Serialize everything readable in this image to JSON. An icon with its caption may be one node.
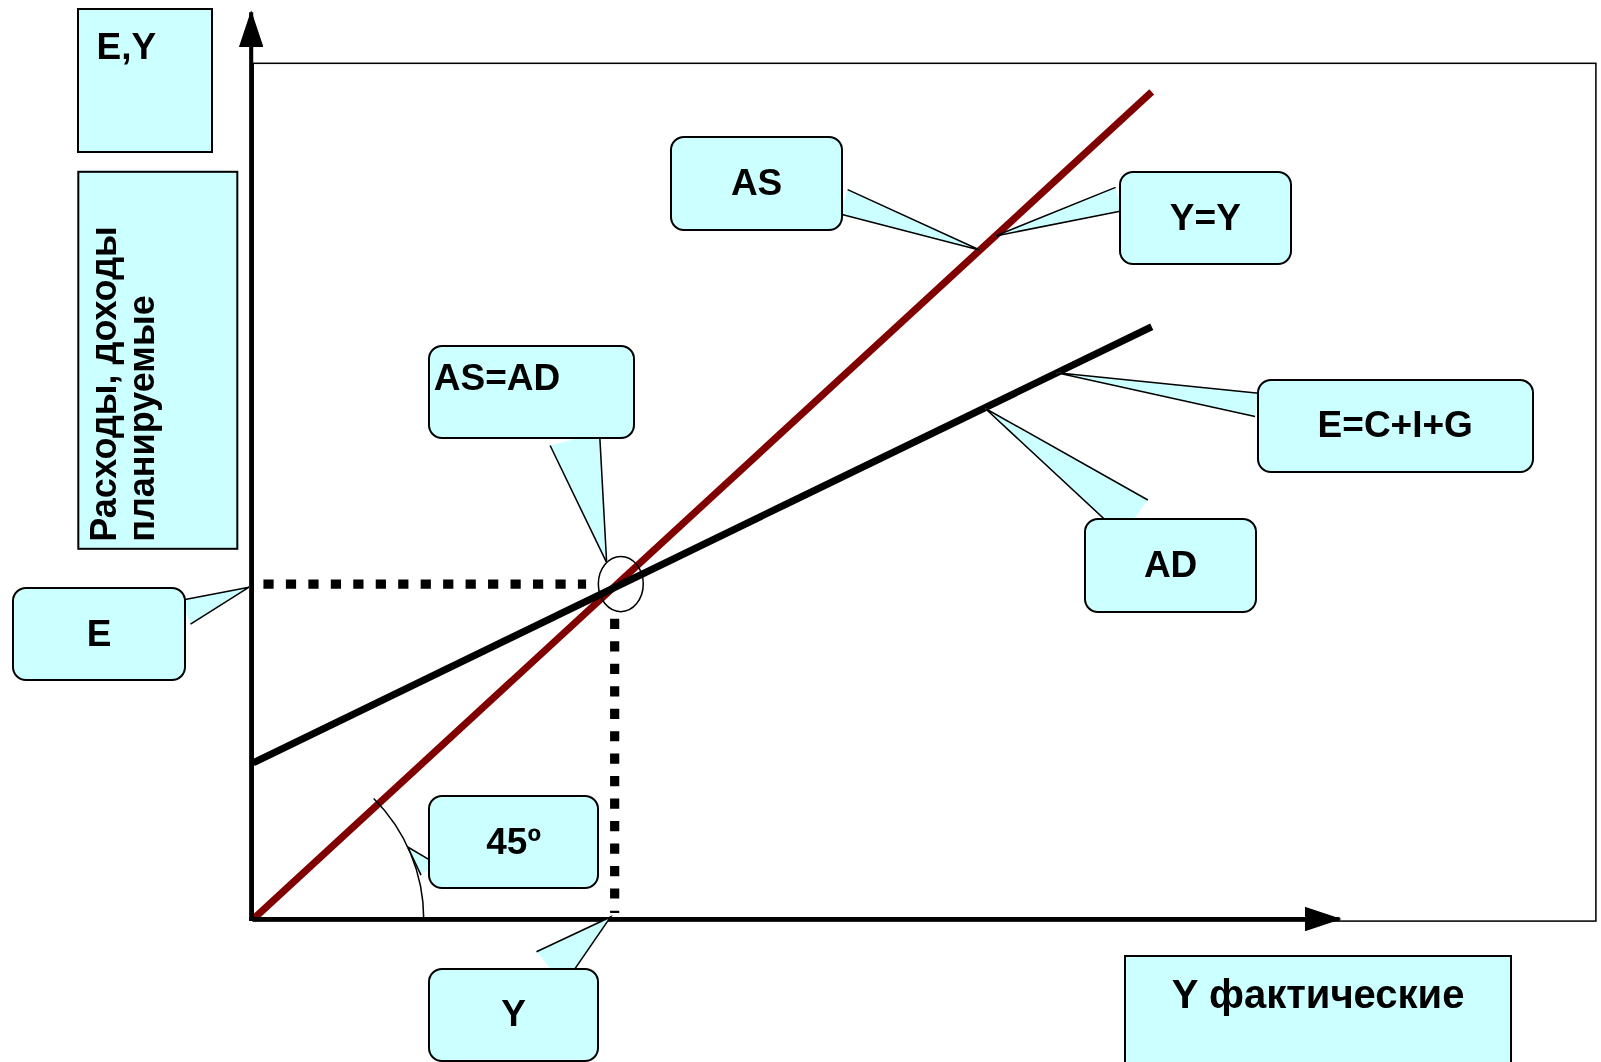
{
  "diagram": {
    "nodes": [
      {
        "text": [
          "E,Y"
        ]
      },
      {
        "text": [
          "Расходы, доходы планируемые"
        ]
      },
      {
        "text": [
          "AS"
        ]
      },
      {
        "text": [
          "Y=Y"
        ]
      },
      {
        "text": [
          "AS=AD"
        ]
      },
      {
        "text": [
          "E=C+I+G"
        ]
      },
      {
        "text": [
          "AD"
        ]
      },
      {
        "text": [
          "E"
        ]
      },
      {
        "text": [
          "45º"
        ]
      },
      {
        "text": [
          "Y"
        ]
      },
      {
        "text": [
          "Y фактические"
        ]
      },
      {
        "text": [],
        "shape": "circle"
      },
      {
        "text": [],
        "shape": "arc"
      },
      {
        "text": [],
        "shape": "axis"
      },
      {
        "text": [],
        "shape": "axis"
      }
    ],
    "edges": [
      {
        "from": 2,
        "to": null,
        "arrow": "to"
      },
      {
        "from": 3,
        "to": null,
        "arrow": "to"
      },
      {
        "from": 4,
        "to": 11,
        "arrow": "to"
      },
      {
        "from": 5,
        "to": null,
        "arrow": "to"
      },
      {
        "from": 6,
        "to": null,
        "arrow": "to"
      },
      {
        "from": 7,
        "to": 13,
        "arrow": "to"
      },
      {
        "from": 8,
        "to": 12,
        "arrow": "to"
      },
      {
        "from": 9,
        "to": 14,
        "arrow": "to"
      }
    ]
  }
}
